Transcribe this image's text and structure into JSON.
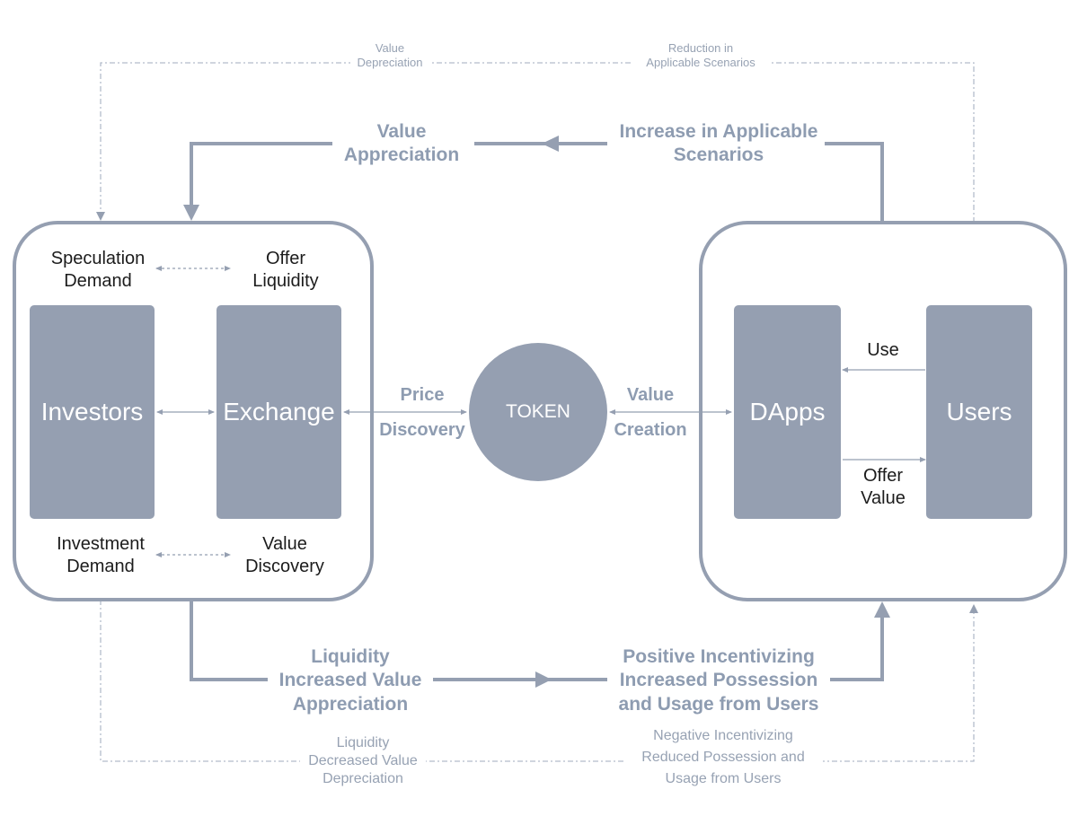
{
  "colors": {
    "stroke": "#959fb1",
    "fill": "#959fb1",
    "text_dark": "#1c1c1c",
    "text_light": "#8e9cb1"
  },
  "top": {
    "value_depreciation": [
      "Value",
      "Depreciation"
    ],
    "reduction_scenarios": [
      "Reduction in",
      "Applicable Scenarios"
    ],
    "value_appreciation": [
      "Value",
      "Appreciation"
    ],
    "increase_scenarios": [
      "Increase in Applicable",
      "Scenarios"
    ]
  },
  "left_panel": {
    "speculation_demand": [
      "Speculation",
      "Demand"
    ],
    "offer_liquidity": [
      "Offer",
      "Liquidity"
    ],
    "investors": "Investors",
    "exchange": "Exchange",
    "investment_demand": [
      "Investment",
      "Demand"
    ],
    "value_discovery": [
      "Value",
      "Discovery"
    ]
  },
  "center": {
    "price": "Price",
    "discovery": "Discovery",
    "token": "TOKEN",
    "value": "Value",
    "creation": "Creation"
  },
  "right_panel": {
    "dapps": "DApps",
    "users": "Users",
    "use": "Use",
    "offer_value": [
      "Offer",
      "Value"
    ]
  },
  "bottom": {
    "liquidity_increased": [
      "Liquidity",
      "Increased Value",
      "Appreciation"
    ],
    "positive_incentivizing": [
      "Positive Incentivizing",
      "Increased Possession",
      "and Usage from Users"
    ],
    "liquidity_decreased": [
      "Liquidity",
      "Decreased Value",
      "Depreciation"
    ],
    "negative_incentivizing": [
      "Negative Incentivizing",
      "Reduced Possession and",
      "Usage from Users"
    ]
  }
}
